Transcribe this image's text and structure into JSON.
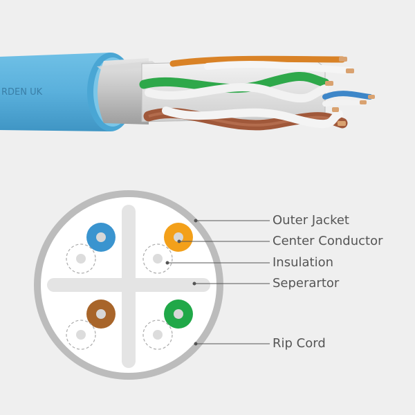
{
  "cable_print": "RDEN UK",
  "labels": {
    "outer_jacket": "Outer Jacket",
    "center_conductor": "Center Conductor",
    "insulation": "Insulation",
    "separator": "Seperartor",
    "rip_cord": "Rip Cord"
  },
  "colors": {
    "background": "#efefef",
    "jacket_blue": "#5fb4de",
    "pair_blue": "#3a94cf",
    "pair_orange": "#f3a01a",
    "pair_brown": "#a8652a",
    "pair_green": "#20a848",
    "foil": "#c9c9c9",
    "text": "#555555"
  },
  "icons": [
    "cable-illustration",
    "cross-section-diagram"
  ]
}
